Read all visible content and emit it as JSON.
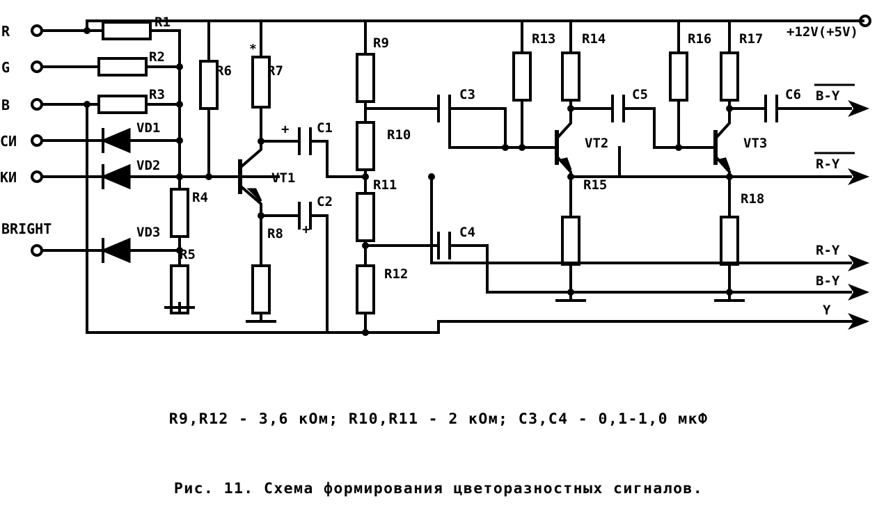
{
  "figure": {
    "values_note": "R9,R12 - 3,6 кОм; R10,R11 - 2 кОм; C3,C4 - 0,1-1,0 мкФ",
    "caption": "Рис. 11. Схема формирования цветоразностных сигналов."
  },
  "colors": {
    "ink": "#000000",
    "paper": "#ffffff"
  },
  "inputs": [
    {
      "id": "in-r",
      "label": "R"
    },
    {
      "id": "in-g",
      "label": "G"
    },
    {
      "id": "in-b",
      "label": "B"
    },
    {
      "id": "in-si",
      "label": "СИ"
    },
    {
      "id": "in-ki",
      "label": "КИ"
    },
    {
      "id": "in-bright",
      "label": "BRIGHT"
    }
  ],
  "power": {
    "label": "+12V(+5V)"
  },
  "outputs": [
    {
      "id": "out-b-y-bar",
      "label": "B-Y",
      "overline": true
    },
    {
      "id": "out-r-y-bar",
      "label": "R-Y",
      "overline": true
    },
    {
      "id": "out-r-y",
      "label": "R-Y",
      "overline": false
    },
    {
      "id": "out-b-y",
      "label": "B-Y",
      "overline": false
    },
    {
      "id": "out-y",
      "label": "Y",
      "overline": false
    }
  ],
  "resistors": [
    {
      "id": "R1",
      "label": "R1"
    },
    {
      "id": "R2",
      "label": "R2"
    },
    {
      "id": "R3",
      "label": "R3"
    },
    {
      "id": "R4",
      "label": "R4"
    },
    {
      "id": "R5",
      "label": "R5"
    },
    {
      "id": "R6",
      "label": "R6"
    },
    {
      "id": "R7",
      "label": "R7"
    },
    {
      "id": "R8",
      "label": "R8"
    },
    {
      "id": "R9",
      "label": "R9"
    },
    {
      "id": "R10",
      "label": "R10"
    },
    {
      "id": "R11",
      "label": "R11"
    },
    {
      "id": "R12",
      "label": "R12"
    },
    {
      "id": "R13",
      "label": "R13"
    },
    {
      "id": "R14",
      "label": "R14"
    },
    {
      "id": "R15",
      "label": "R15"
    },
    {
      "id": "R16",
      "label": "R16"
    },
    {
      "id": "R17",
      "label": "R17"
    },
    {
      "id": "R18",
      "label": "R18"
    }
  ],
  "capacitors": [
    {
      "id": "C1",
      "label": "C1",
      "polarity": "+"
    },
    {
      "id": "C2",
      "label": "C2",
      "polarity": "+"
    },
    {
      "id": "C3",
      "label": "C3",
      "polarity": ""
    },
    {
      "id": "C4",
      "label": "C4",
      "polarity": ""
    },
    {
      "id": "C5",
      "label": "C5",
      "polarity": ""
    },
    {
      "id": "C6",
      "label": "C6",
      "polarity": ""
    }
  ],
  "diodes": [
    {
      "id": "VD1",
      "label": "VD1"
    },
    {
      "id": "VD2",
      "label": "VD2"
    },
    {
      "id": "VD3",
      "label": "VD3"
    }
  ],
  "transistors": [
    {
      "id": "VT1",
      "label": "VT1"
    },
    {
      "id": "VT2",
      "label": "VT2"
    },
    {
      "id": "VT3",
      "label": "VT3"
    }
  ],
  "marks": {
    "plus": "+",
    "asterisk": "*"
  }
}
